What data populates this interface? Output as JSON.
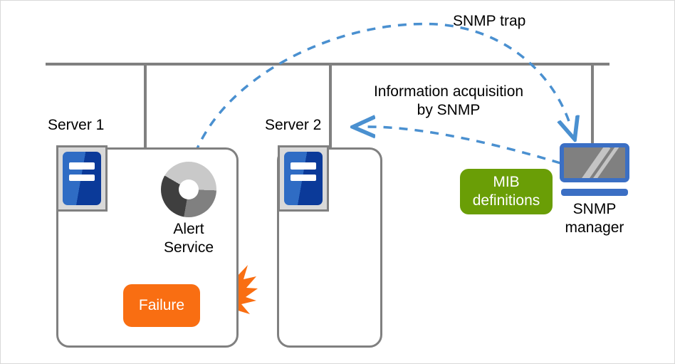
{
  "diagram": {
    "title": "SNMP monitoring diagram",
    "colors": {
      "bus_line": "#808080",
      "dashed_arrow": "#4a90d0",
      "orange": "#f96e12",
      "green": "#6a9e06",
      "monitor_blue": "#3b6fc4",
      "server_blue": "#2f6cc4",
      "screen_gray": "#808080"
    },
    "labels": {
      "server1": "Server 1",
      "server2": "Server 2",
      "snmp_trap": "SNMP trap",
      "info_acquisition_line1": "Information acquisition",
      "info_acquisition_line2": "by SNMP",
      "alert_service_line1": "Alert",
      "alert_service_line2": "Service",
      "failure": "Failure",
      "mib_line1": "MIB",
      "mib_line2": "definitions",
      "snmp_manager_line1": "SNMP",
      "snmp_manager_line2": "manager"
    },
    "icons": {
      "server1": "server-icon",
      "server2": "server-icon",
      "alert_service": "donut-chart-icon",
      "failure_burst": "explosion-burst-icon",
      "snmp_manager": "monitor-icon"
    },
    "flows": [
      {
        "name": "failure-to-alert-service",
        "from": "Failure",
        "to": "Alert Service",
        "style": "dashed"
      },
      {
        "name": "snmp-trap",
        "from": "Alert Service",
        "to": "SNMP manager",
        "style": "dashed",
        "label": "SNMP trap"
      },
      {
        "name": "information-acquisition",
        "from": "SNMP manager",
        "to": "Server 2",
        "style": "dashed",
        "label": "Information acquisition by SNMP"
      }
    ]
  }
}
